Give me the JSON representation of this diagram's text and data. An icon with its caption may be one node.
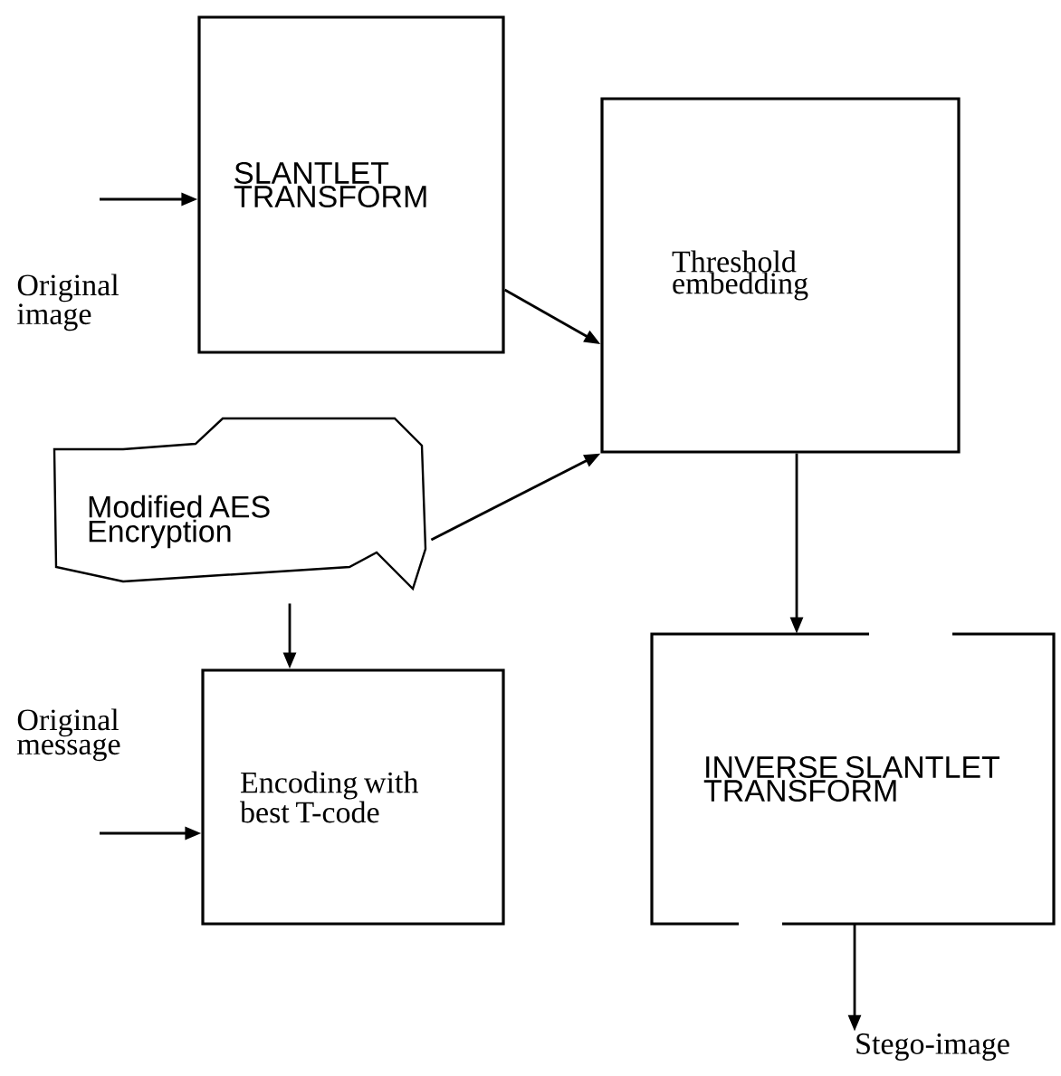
{
  "diagram": {
    "nodes": [
      {
        "text": [
          "SLANTLET TRANSFORM"
        ]
      },
      {
        "text": [
          "Threshold embedding"
        ]
      },
      {
        "text": [
          "Modified AES Encryption"
        ]
      },
      {
        "text": [
          "Encoding with best T-code"
        ]
      },
      {
        "text": [
          "INVERSE SLANTLET TRANSFORM"
        ]
      },
      {
        "text": [
          "Stego-image"
        ]
      }
    ],
    "edges": [
      {
        "from": 0,
        "to": 1,
        "arrow": "to"
      },
      {
        "from": 2,
        "to": 1,
        "arrow": "to"
      },
      {
        "from": 2,
        "to": 3,
        "arrow": "to"
      },
      {
        "from": 1,
        "to": 4,
        "arrow": "to"
      },
      {
        "from": 4,
        "to": 5,
        "arrow": "to"
      },
      {
        "from": null,
        "to": 0,
        "arrow": "to"
      },
      {
        "from": null,
        "to": 3,
        "arrow": "to"
      }
    ],
    "labels": [
      "Original image",
      "Original message"
    ]
  }
}
